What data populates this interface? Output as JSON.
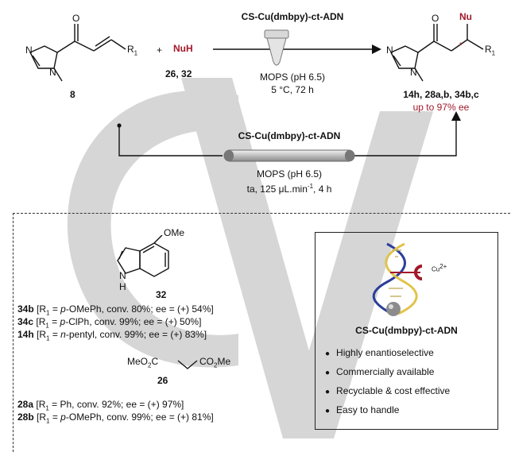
{
  "scheme": {
    "reactant_label": "8",
    "r1": "R",
    "r1_sub": "1",
    "plus": "+",
    "nucleophile": "NuH",
    "nucleophile_ids": "26, 32",
    "catalyst_top": "CS-Cu(dmbpy)-ct-ADN",
    "cond_top_1": "MOPS (pH 6.5)",
    "cond_top_2": "5 °C, 72 h",
    "product_nu": "Nu",
    "product_star": "*",
    "product_ids": "14h, 28a,b, 34b,c",
    "product_ee": "up to 97% ee",
    "catalyst_flow": "CS-Cu(dmbpy)-ct-ADN",
    "cond_flow_1": "MOPS (pH 6.5)",
    "cond_flow_2a": "ta, 125 μL.min",
    "cond_flow_2sup": "-1",
    "cond_flow_2b": ", 4 h",
    "atoms": {
      "N": "N",
      "O": "O",
      "H": "H"
    }
  },
  "indole": {
    "substituent": "OMe",
    "label": "32"
  },
  "results_indole": [
    {
      "id": "34b",
      "pre": " [R",
      "sub": "1",
      "mid": " = ",
      "italic": "p",
      "rest": "-OMePh, conv. 80%; ee = (+) 54%]"
    },
    {
      "id": "34c",
      "pre": " [R",
      "sub": "1",
      "mid": " = ",
      "italic": "p",
      "rest": "-ClPh, conv. 99%; ee = (+) 50%]"
    },
    {
      "id": "14h",
      "pre": " [R",
      "sub": "1",
      "mid": " = ",
      "italic": "n",
      "rest": "-pentyl, conv. 99%; ee = (+) 83%]"
    }
  ],
  "malonate": {
    "left": "MeO",
    "left_sub": "2",
    "left2": "C",
    "right": "CO",
    "right_sub": "2",
    "right2": "Me",
    "label": "26"
  },
  "results_malonate": [
    {
      "id": "28a",
      "pre": " [R",
      "sub": "1",
      "mid": " = Ph, conv. 92%; ee = (+) 97%]",
      "italic": "",
      "rest": ""
    },
    {
      "id": "28b",
      "pre": " [R",
      "sub": "1",
      "mid": " = ",
      "italic": "p",
      "rest": "-OMePh, conv. 99%; ee = (+) 81%]"
    }
  ],
  "card": {
    "ion": "Cu",
    "ion_charge": "2+",
    "name": "CS-Cu(dmbpy)-ct-ADN",
    "features": [
      "Highly enantioselective",
      "Commercially available",
      "Recyclable & cost effective",
      "Easy to handle"
    ]
  },
  "colors": {
    "accent": "#a0192a",
    "watermark": "#c8c8c8"
  }
}
